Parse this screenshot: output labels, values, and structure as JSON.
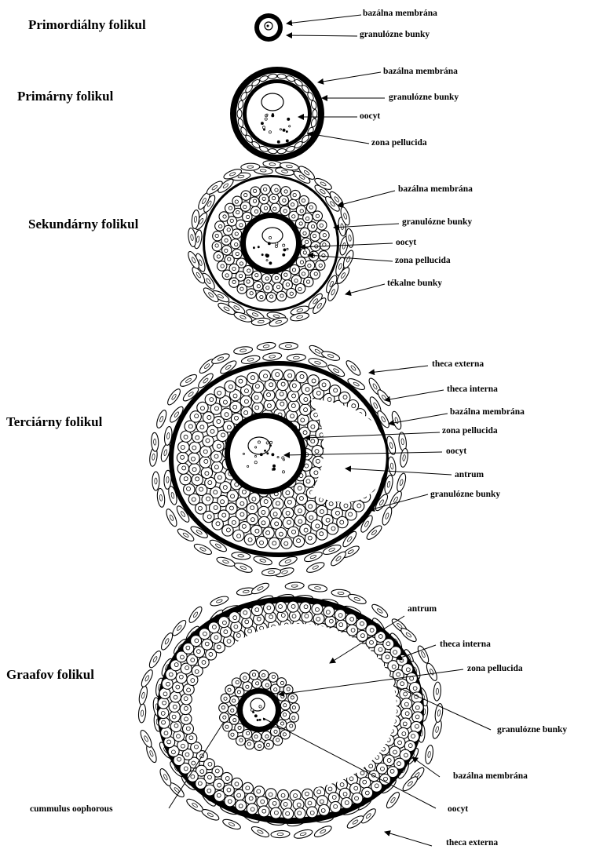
{
  "stages": [
    {
      "id": "primordial",
      "title": "Primordiálny folikul",
      "labels": [
        "bazálna membrána",
        "granulózne bunky"
      ]
    },
    {
      "id": "primary",
      "title": "Primárny folikul",
      "labels": [
        "bazálna membrána",
        "granulózne bunky",
        "oocyt",
        "zona pellucida"
      ]
    },
    {
      "id": "secondary",
      "title": "Sekundárny folikul",
      "labels": [
        "bazálna membrána",
        "granulózne bunky",
        "oocyt",
        "zona pellucida",
        "tékalne bunky"
      ]
    },
    {
      "id": "tertiary",
      "title": "Terciárny folikul",
      "labels": [
        "theca externa",
        "theca interna",
        "bazálna membrána",
        "zona pellucida",
        "oocyt",
        "antrum",
        "granulózne bunky"
      ]
    },
    {
      "id": "graaf",
      "title": "Graafov folikul",
      "labels": [
        "antrum",
        "theca interna",
        "zona pellucida",
        "granulózne bunky",
        "bazálna membrána",
        "oocyt",
        "cummulus oophorous",
        "theca externa"
      ]
    }
  ]
}
